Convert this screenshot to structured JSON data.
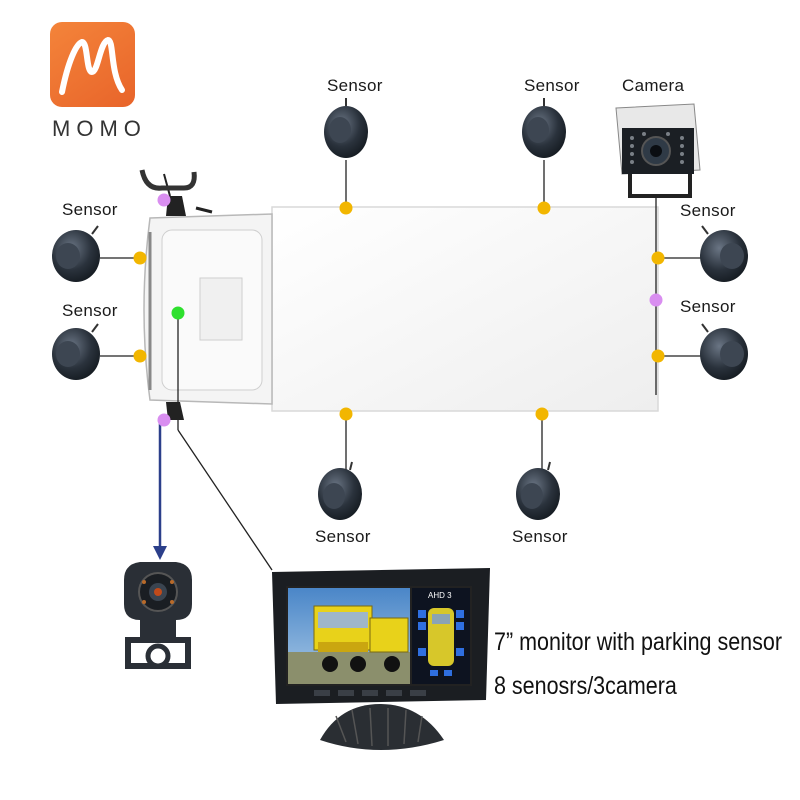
{
  "brand": {
    "name": "MOMO",
    "color": "#e8642a"
  },
  "labels": {
    "sensor": "Sensor",
    "camera": "Camera"
  },
  "caption": {
    "line1": "7” monitor with parking sensor",
    "line2": "8 senosrs/3camera"
  },
  "monitor": {
    "screen_tag": "AHD 3"
  },
  "colors": {
    "sensor_dot": "#f2b600",
    "camera_dot": "#d98ef0",
    "green_dot": "#2ee02e",
    "blue_line": "#2b3f8a"
  },
  "icons": [
    "sensor-icon",
    "camera-icon",
    "monitor-icon",
    "logo-icon"
  ]
}
